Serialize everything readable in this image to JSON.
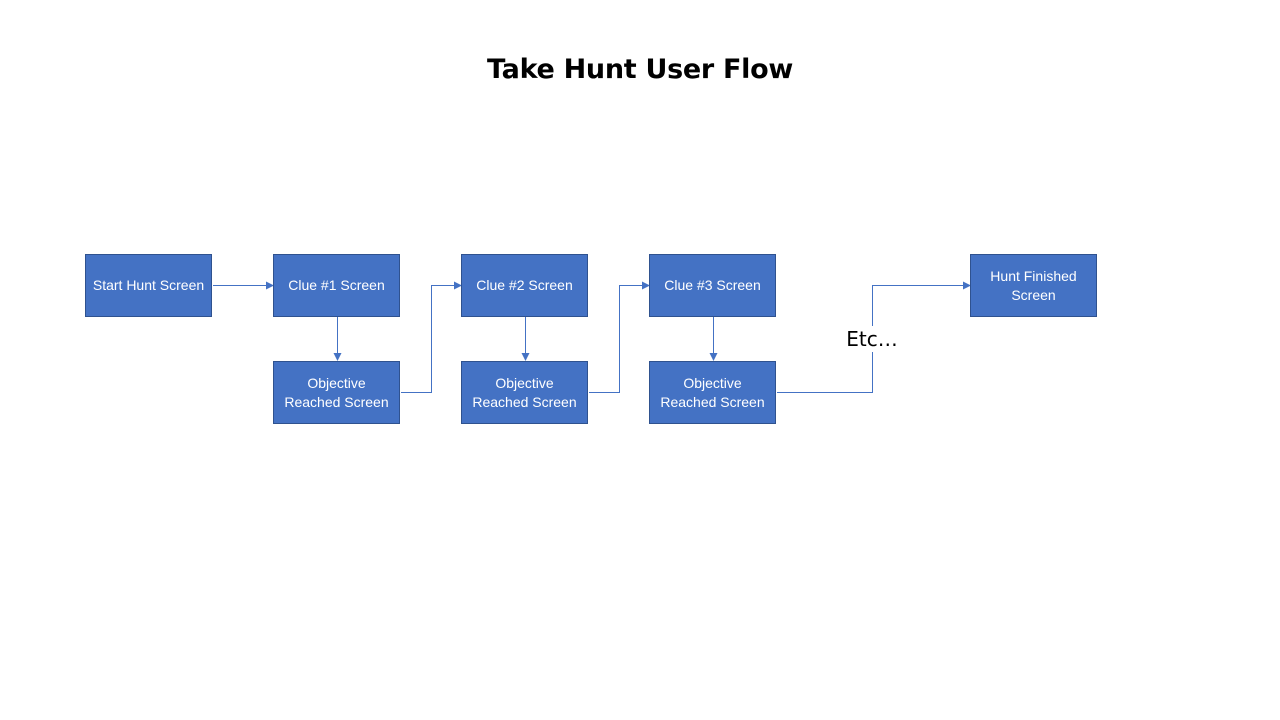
{
  "title": "Take Hunt User Flow",
  "colors": {
    "box_fill": "#4472c4",
    "box_border": "#2f528f",
    "connector": "#4472c4",
    "text_on_box": "#ffffff"
  },
  "nodes": {
    "start": "Start Hunt Screen",
    "clue1": "Clue #1 Screen",
    "clue2": "Clue #2 Screen",
    "clue3": "Clue #3 Screen",
    "objective1": "Objective Reached Screen",
    "objective2": "Objective Reached Screen",
    "objective3": "Objective Reached Screen",
    "finished": "Hunt Finished Screen"
  },
  "etc_label": "Etc…",
  "edges": [
    {
      "from": "start",
      "to": "clue1"
    },
    {
      "from": "clue1",
      "to": "objective1"
    },
    {
      "from": "objective1",
      "to": "clue2"
    },
    {
      "from": "clue2",
      "to": "objective2"
    },
    {
      "from": "objective2",
      "to": "clue3"
    },
    {
      "from": "clue3",
      "to": "objective3"
    },
    {
      "from": "objective3",
      "to": "finished",
      "label": "etc"
    }
  ]
}
